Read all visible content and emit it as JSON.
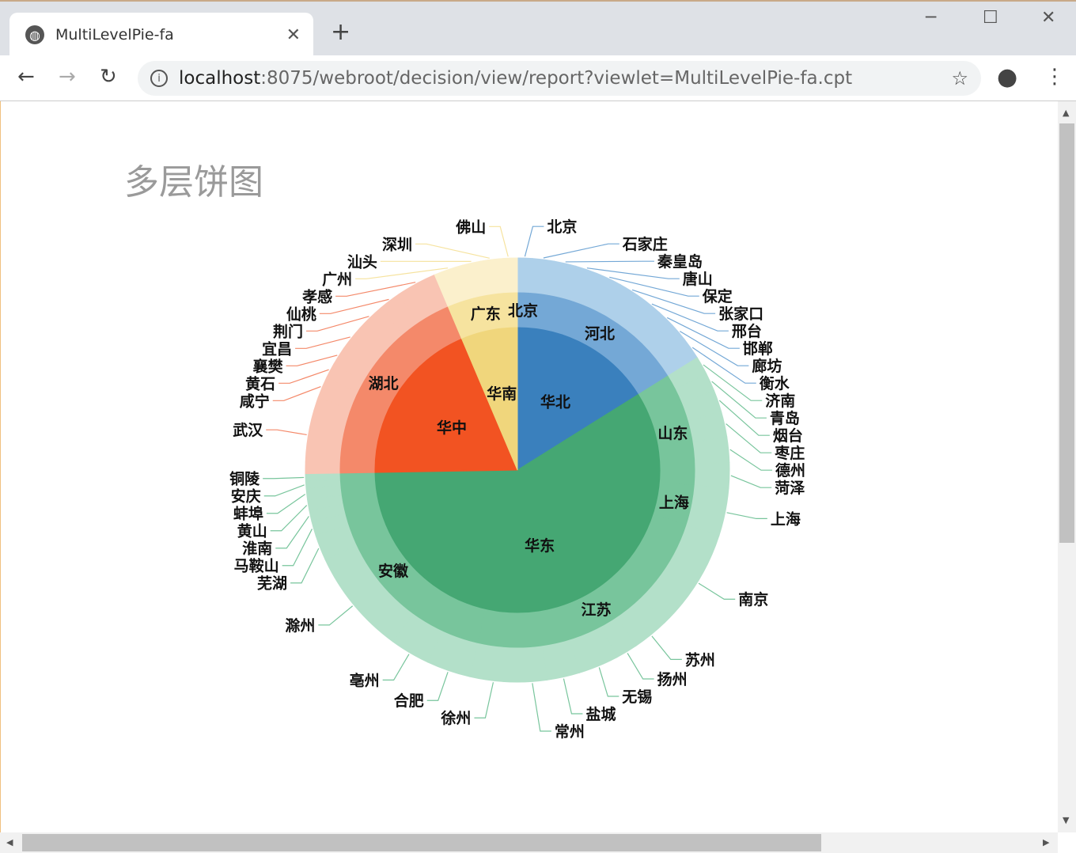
{
  "browser": {
    "tab_title": "MultiLevelPie-fa",
    "url_host": "localhost",
    "url_rest": ":8075/webroot/decision/view/report?viewlet=MultiLevelPie-fa.cpt"
  },
  "page": {
    "title": "多层饼图"
  },
  "chart_data": {
    "type": "pie",
    "subtype": "multi-level",
    "title": "多层饼图",
    "unit": "approx share (degrees of 360)",
    "colors": {
      "华北": [
        "#3a80bd",
        "#74a8d6",
        "#aed0ea"
      ],
      "华东": [
        "#45a773",
        "#78c59c",
        "#b3e0c9"
      ],
      "华中": [
        "#f25322",
        "#f4896a",
        "#f9c4b3"
      ],
      "华南": [
        "#f0d67c",
        "#f6e39f",
        "#fbf0cc"
      ]
    },
    "regions": [
      {
        "name": "华北",
        "provinces": [
          {
            "name": "北京",
            "cities": [
              {
                "name": "北京",
                "value": 4
              }
            ]
          },
          {
            "name": "河北",
            "cities": [
              {
                "name": "石家庄",
                "value": 6
              },
              {
                "name": "秦皇岛",
                "value": 6
              },
              {
                "name": "唐山",
                "value": 6
              },
              {
                "name": "保定",
                "value": 7
              },
              {
                "name": "张家口",
                "value": 7
              },
              {
                "name": "邢台",
                "value": 6
              },
              {
                "name": "邯郸",
                "value": 5
              },
              {
                "name": "廊坊",
                "value": 5
              },
              {
                "name": "衡水",
                "value": 6
              }
            ]
          }
        ]
      },
      {
        "name": "华东",
        "provinces": [
          {
            "name": "山东",
            "cities": [
              {
                "name": "济南",
                "value": 5
              },
              {
                "name": "青岛",
                "value": 5
              },
              {
                "name": "烟台",
                "value": 6
              },
              {
                "name": "枣庄",
                "value": 7
              },
              {
                "name": "德州",
                "value": 7
              },
              {
                "name": "菏泽",
                "value": 7
              }
            ]
          },
          {
            "name": "上海",
            "cities": [
              {
                "name": "上海",
                "value": 13
              }
            ]
          },
          {
            "name": "江苏",
            "cities": [
              {
                "name": "南京",
                "value": 28
              },
              {
                "name": "苏州",
                "value": 10
              },
              {
                "name": "扬州",
                "value": 6
              },
              {
                "name": "无锡",
                "value": 11
              },
              {
                "name": "盐城",
                "value": 9
              },
              {
                "name": "常州",
                "value": 8
              },
              {
                "name": "徐州",
                "value": 13
              }
            ]
          },
          {
            "name": "安徽",
            "cities": [
              {
                "name": "合肥",
                "value": 12
              },
              {
                "name": "亳州",
                "value": 11
              },
              {
                "name": "滁州",
                "value": 29
              },
              {
                "name": "芜湖",
                "value": 7
              },
              {
                "name": "马鞍山",
                "value": 4
              },
              {
                "name": "淮南",
                "value": 3
              },
              {
                "name": "黄山",
                "value": 3
              },
              {
                "name": "蚌埠",
                "value": 3
              },
              {
                "name": "安庆",
                "value": 2
              },
              {
                "name": "铜陵",
                "value": 2
              }
            ]
          }
        ]
      },
      {
        "name": "华中",
        "provinces": [
          {
            "name": "湖北",
            "cities": [
              {
                "name": "武汉",
                "value": 21
              },
              {
                "name": "咸宁",
                "value": 6
              },
              {
                "name": "黄石",
                "value": 4
              },
              {
                "name": "襄樊",
                "value": 5
              },
              {
                "name": "宜昌",
                "value": 7
              },
              {
                "name": "荆门",
                "value": 8
              },
              {
                "name": "仙桃",
                "value": 6
              },
              {
                "name": "孝感",
                "value": 11
              }
            ]
          }
        ]
      },
      {
        "name": "华南",
        "provinces": [
          {
            "name": "广东",
            "cities": [
              {
                "name": "广州",
                "value": 8
              },
              {
                "name": "汕头",
                "value": 5
              },
              {
                "name": "深圳",
                "value": 5
              },
              {
                "name": "佛山",
                "value": 5
              }
            ]
          }
        ]
      }
    ]
  }
}
